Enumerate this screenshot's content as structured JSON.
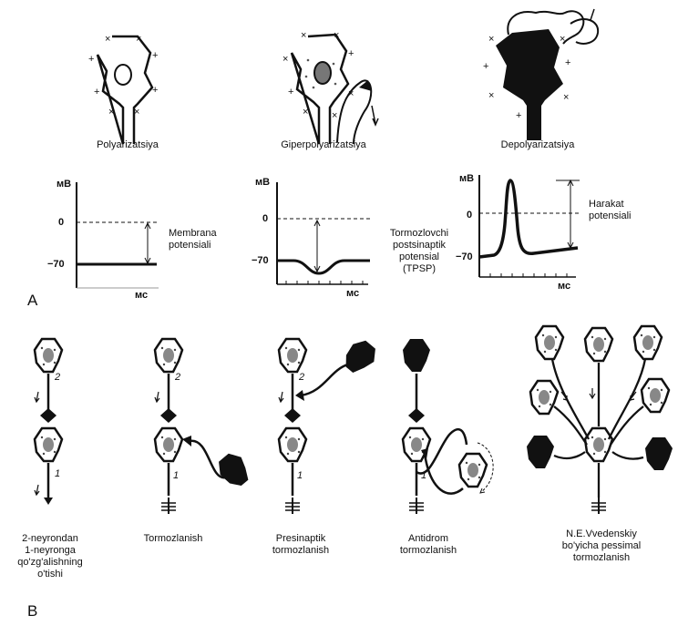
{
  "section_a": {
    "letter": "A",
    "neurons": [
      {
        "caption": "Polyarizatsiya"
      },
      {
        "caption": "Giperpolyarizatsiya"
      },
      {
        "caption": "Depolyarizatsiya"
      }
    ],
    "graphs": [
      {
        "y_unit": "мВ",
        "zero": "0",
        "minus70": "−70",
        "x_unit": "мс",
        "annotation": [
          "Membrana",
          "potensiali"
        ]
      },
      {
        "y_unit": "мВ",
        "zero": "0",
        "minus70": "−70",
        "x_unit": "мс",
        "annotation": [
          "Tormozlovchi",
          "postsinaptik",
          "potensial",
          "(TPSP)"
        ]
      },
      {
        "y_unit": "мВ",
        "zero": "0",
        "minus70": "−70",
        "x_unit": "мс",
        "annotation": [
          "Harakat",
          "potensiali"
        ]
      }
    ]
  },
  "section_b": {
    "letter": "B",
    "numbers": {
      "two": "2",
      "one": "1"
    },
    "captions": [
      [
        "2-neyrondan",
        "1-neyronga",
        "qo'zg'alishning",
        "o'tishi"
      ],
      [
        "Tormozlanish"
      ],
      [
        "Presinaptik",
        "tormozlanish"
      ],
      [
        "Antidrom",
        "tormozlanish"
      ],
      [
        "N.E.Vvedenskiy",
        "bo'yicha pessimal",
        "tormozlanish"
      ]
    ]
  }
}
